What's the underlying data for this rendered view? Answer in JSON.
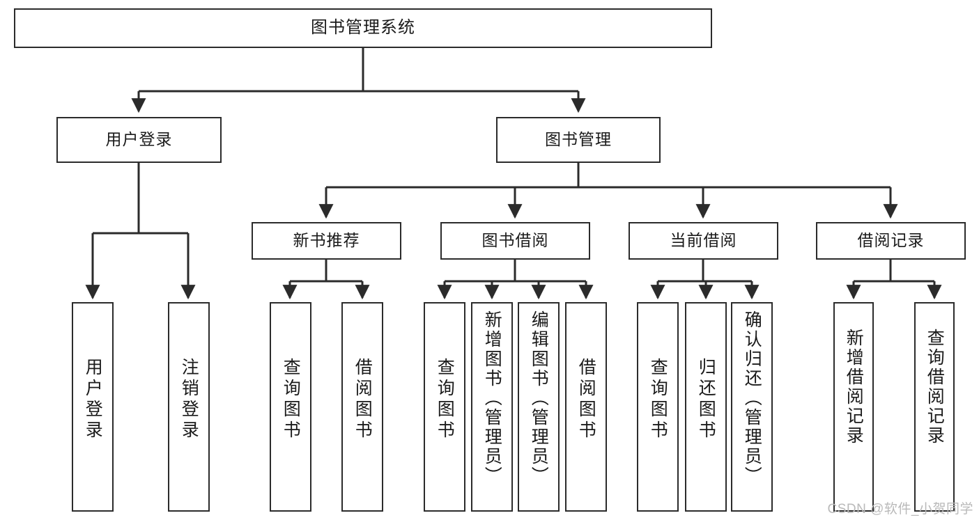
{
  "diagram": {
    "type": "tree-hierarchy-diagram",
    "title": "图书管理系统",
    "root": {
      "id": "root",
      "label": "图书管理系统"
    },
    "level2": [
      {
        "id": "user-login",
        "label": "用户登录"
      },
      {
        "id": "book-management",
        "label": "图书管理"
      }
    ],
    "level3": [
      {
        "id": "new-book-recommend",
        "label": "新书推荐",
        "parent": "book-management"
      },
      {
        "id": "book-borrow",
        "label": "图书借阅",
        "parent": "book-management"
      },
      {
        "id": "current-borrow",
        "label": "当前借阅",
        "parent": "book-management"
      },
      {
        "id": "borrow-record",
        "label": "借阅记录",
        "parent": "book-management"
      }
    ],
    "leaves": [
      {
        "id": "leaf-user-login",
        "label": "用户登录",
        "parent": "user-login"
      },
      {
        "id": "leaf-logout-login",
        "label": "注销登录",
        "parent": "user-login"
      },
      {
        "id": "leaf-query-book-1",
        "label": "查询图书",
        "parent": "new-book-recommend"
      },
      {
        "id": "leaf-borrow-book-1",
        "label": "借阅图书",
        "parent": "new-book-recommend"
      },
      {
        "id": "leaf-query-book-2",
        "label": "查询图书",
        "parent": "book-borrow"
      },
      {
        "id": "leaf-add-book",
        "label": "新增图书（管理员）",
        "parent": "book-borrow"
      },
      {
        "id": "leaf-edit-book",
        "label": "编辑图书（管理员）",
        "parent": "book-borrow"
      },
      {
        "id": "leaf-borrow-book-2",
        "label": "借阅图书",
        "parent": "book-borrow"
      },
      {
        "id": "leaf-query-book-3",
        "label": "查询图书",
        "parent": "current-borrow"
      },
      {
        "id": "leaf-return-book",
        "label": "归还图书",
        "parent": "current-borrow"
      },
      {
        "id": "leaf-confirm-return",
        "label": "确认归还（管理员）",
        "parent": "current-borrow"
      },
      {
        "id": "leaf-add-record",
        "label": "新增借阅记录",
        "parent": "borrow-record"
      },
      {
        "id": "leaf-query-record",
        "label": "查询借阅记录",
        "parent": "borrow-record"
      }
    ],
    "colors": {
      "stroke": "#2b2b2b",
      "fill": "#ffffff",
      "text": "#1a1a1a",
      "watermark": "#b9b9b9"
    }
  },
  "watermark": {
    "text": "CSDN @软件_小贺同学"
  }
}
